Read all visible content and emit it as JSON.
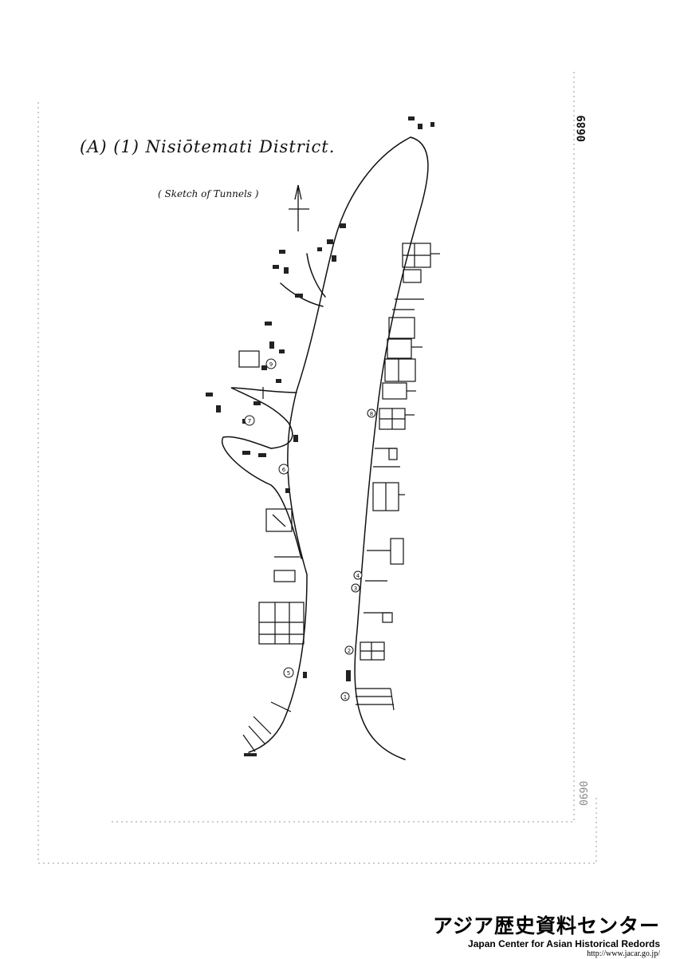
{
  "document": {
    "title": "(A) (1) Nisiōtemati District.",
    "subtitle": "( Sketch of Tunnels )",
    "doc_number": "0689",
    "doc_number_faint": "0690"
  },
  "map": {
    "point_labels": [
      "①",
      "②",
      "③",
      "④",
      "⑤",
      "⑥",
      "⑦",
      "⑧",
      "⑨"
    ]
  },
  "watermark": {
    "jp": "アジア歴史資料センター",
    "en": "Japan Center for Asian Historical Redords",
    "url": "http://www.jacar.go.jp/"
  }
}
